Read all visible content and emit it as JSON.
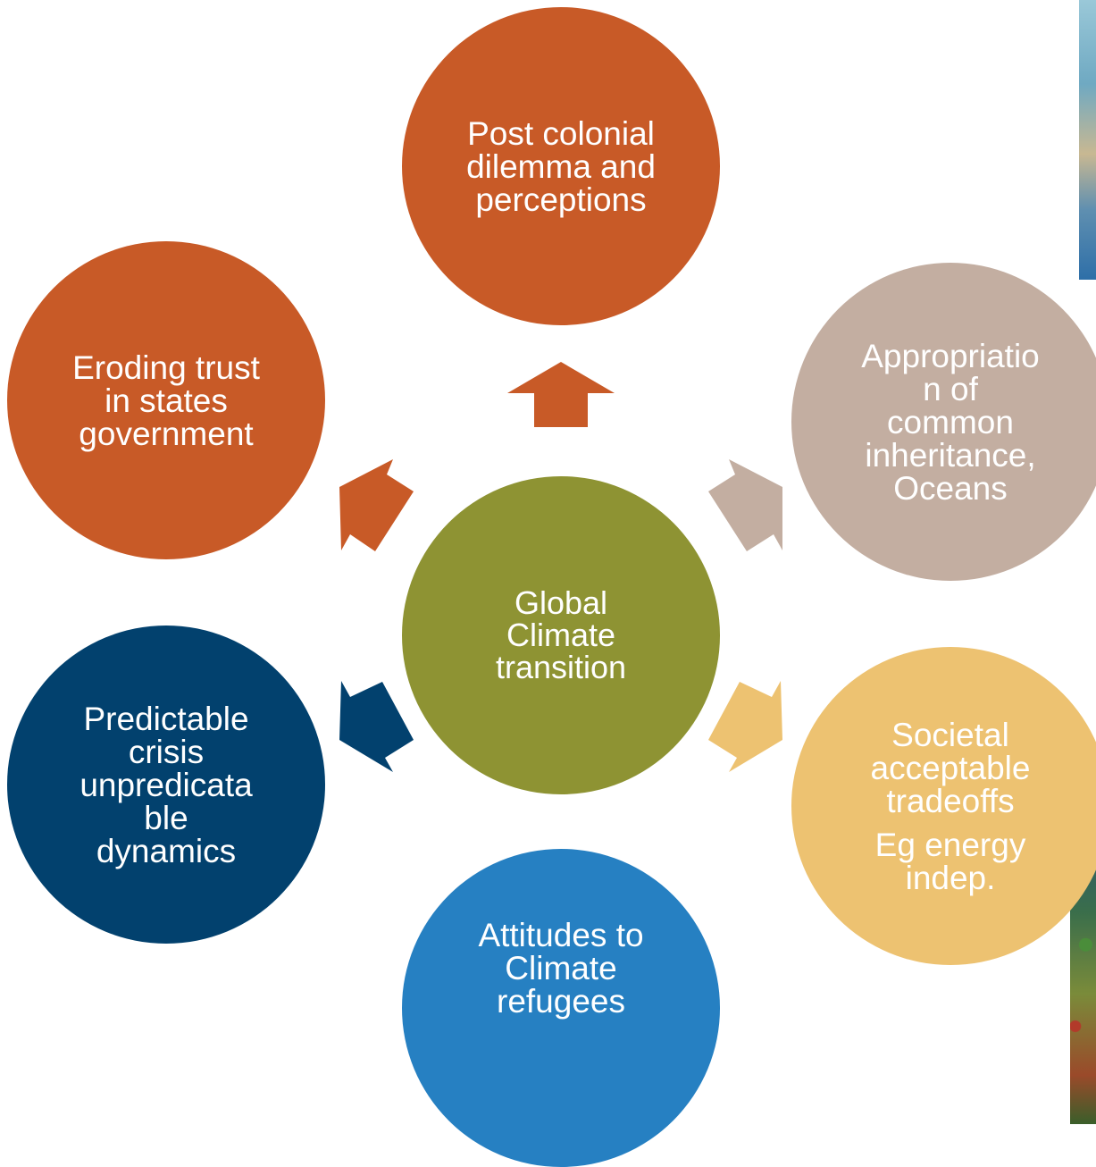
{
  "diagram": {
    "center": {
      "lines": [
        "Global",
        "Climate",
        "transition"
      ],
      "color": "#8E9333"
    },
    "top": {
      "lines": [
        "Post colonial",
        "dilemma and",
        "perceptions"
      ],
      "color": "#C85A27"
    },
    "left": {
      "lines": [
        "Eroding trust",
        "in states",
        "government"
      ],
      "color": "#C85A27"
    },
    "right": {
      "lines": [
        "Appropriatio",
        "n of",
        "common",
        "inheritance,",
        "Oceans"
      ],
      "color": "#C3AEA1"
    },
    "bottom_left": {
      "lines": [
        "Predictable",
        "crisis",
        "unpredicata",
        "ble",
        "dynamics"
      ],
      "color": "#02416E"
    },
    "bottom_right": {
      "lines": [
        "Societal",
        "acceptable",
        "tradeoffs"
      ],
      "lines2": [
        "Eg energy",
        "indep."
      ],
      "color": "#EDC271"
    },
    "bottom": {
      "lines": [
        "Attitudes to",
        "Climate",
        "refugees"
      ],
      "color": "#2680C2"
    }
  }
}
